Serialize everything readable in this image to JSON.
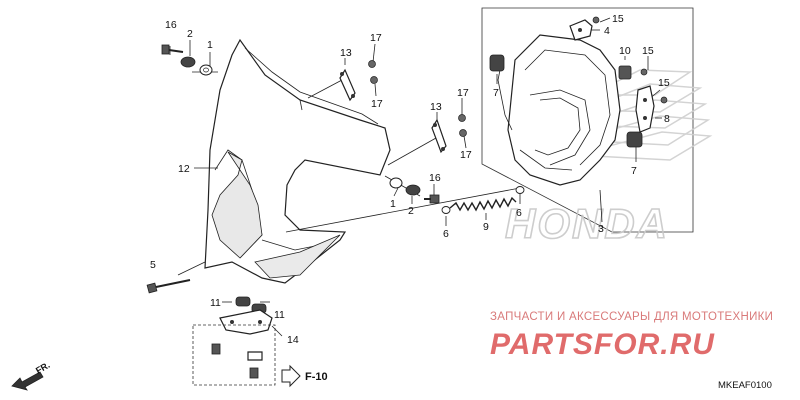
{
  "labels": {
    "l16a": "16",
    "l2a": "2",
    "l1a": "1",
    "l13a": "13",
    "l17a": "17",
    "l17b": "17",
    "l13b": "13",
    "l17c": "17",
    "l17d": "17",
    "l12": "12",
    "l1b": "1",
    "l2b": "2",
    "l16b": "16",
    "l9": "9",
    "l6a": "6",
    "l6b": "6",
    "l5": "5",
    "l11a": "11",
    "l11b": "11",
    "l14": "14",
    "l15a": "15",
    "l4": "4",
    "l10": "10",
    "l15b": "15",
    "l7a": "7",
    "l15c": "15",
    "l8": "8",
    "l7b": "7",
    "l3": "3"
  },
  "ref_arrow": "F-10",
  "front_arrow": "FR.",
  "watermark": {
    "line1": "ЗАПЧАСТИ И АКСЕССУАРЫ ДЛЯ МОТОТЕХНИКИ",
    "line2": "PARTSFOR.RU"
  },
  "honda_logo_text": "HONDA",
  "diagram_code": "MKEAF0100"
}
